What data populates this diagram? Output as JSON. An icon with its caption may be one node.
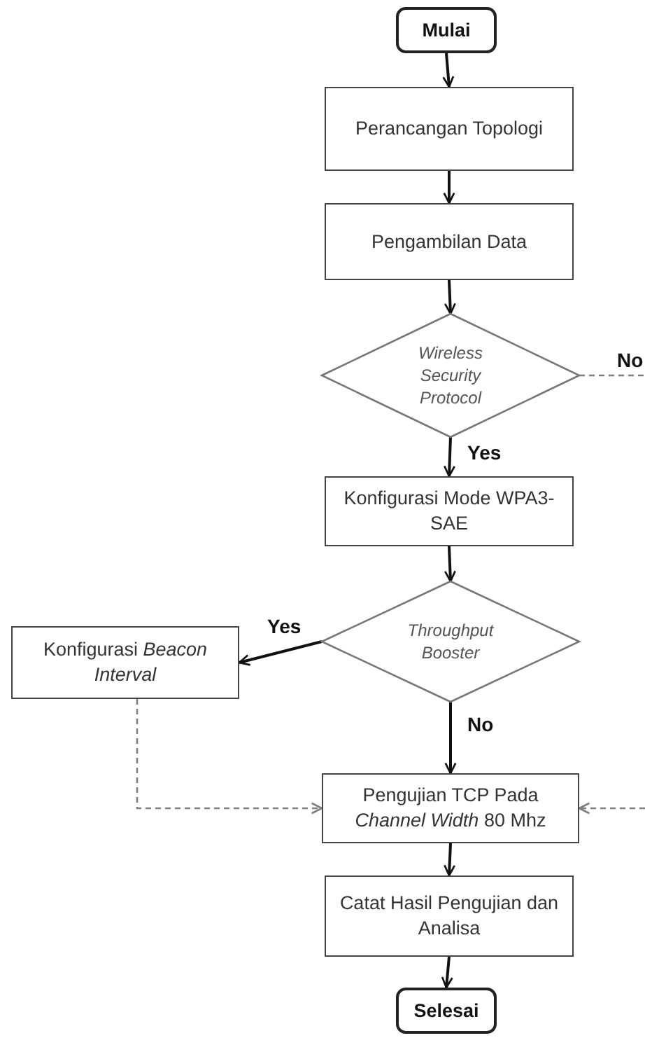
{
  "diagram": {
    "nodes": [
      {
        "text": [
          "Mulai"
        ]
      },
      {
        "text": [
          "Perancangan Topologi"
        ]
      },
      {
        "text": [
          "Pengambilan Data"
        ]
      },
      {
        "text": [
          "Wireless Security Protocol"
        ]
      },
      {
        "text": [
          "Konfigurasi Mode WPA3-SAE"
        ]
      },
      {
        "text": [
          "Throughput Booster"
        ]
      },
      {
        "text": [
          "Konfigurasi *Beacon Interval*"
        ]
      },
      {
        "text": [
          "Pengujian TCP Pada *Channel Width* 80 Mhz"
        ]
      },
      {
        "text": [
          "Catat Hasil Pengujian dan Analisa"
        ]
      },
      {
        "text": [
          "Selesai"
        ]
      }
    ],
    "edges": [
      {
        "from": 0,
        "to": 1,
        "arrow": "to"
      },
      {
        "from": 1,
        "to": 2,
        "arrow": "to"
      },
      {
        "from": 2,
        "to": 3,
        "arrow": "to"
      },
      {
        "from": 3,
        "to": 4,
        "arrow": "to",
        "label": "Yes"
      },
      {
        "from": 3,
        "to": null,
        "arrow": "none",
        "label": "No",
        "style": "dashed",
        "color": "#808080"
      },
      {
        "from": 4,
        "to": 5,
        "arrow": "to"
      },
      {
        "from": 5,
        "to": 6,
        "arrow": "to",
        "label": "Yes"
      },
      {
        "from": 5,
        "to": 7,
        "arrow": "to",
        "label": "No"
      },
      {
        "from": 6,
        "to": 7,
        "arrow": "to",
        "style": "dashed",
        "color": "#808080"
      },
      {
        "from": null,
        "to": 7,
        "arrow": "to",
        "style": "dashed",
        "color": "#808080"
      },
      {
        "from": 7,
        "to": 8,
        "arrow": "to"
      },
      {
        "from": 8,
        "to": 9,
        "arrow": "to"
      }
    ]
  }
}
